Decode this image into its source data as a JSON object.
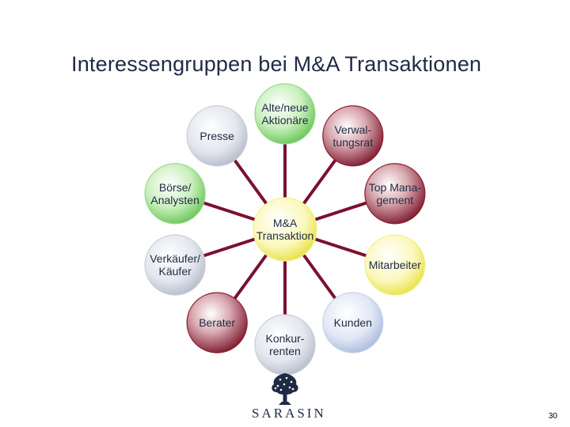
{
  "slide": {
    "title": "Interessengruppen bei M&A Transaktionen",
    "page_number": "30",
    "logo_text": "SARASIN"
  },
  "diagram": {
    "center": {
      "label": "M&A Transaktion",
      "color": "yellow"
    },
    "nodes": [
      {
        "id": "presse",
        "label": "Presse",
        "color": "gray"
      },
      {
        "id": "alte-neue-aktionaere",
        "label": "Alte/neue\nAktionäre",
        "color": "green"
      },
      {
        "id": "verwaltungsrat",
        "label": "Verwal-\ntungsrat",
        "color": "dark-red"
      },
      {
        "id": "top-management",
        "label": "Top Mana-\ngement",
        "color": "dark-red"
      },
      {
        "id": "mitarbeiter",
        "label": "Mitarbeiter",
        "color": "yellow"
      },
      {
        "id": "kunden",
        "label": "Kunden",
        "color": "blue"
      },
      {
        "id": "konkurrenten",
        "label": "Konkur-\nrenten",
        "color": "gray"
      },
      {
        "id": "berater",
        "label": "Berater",
        "color": "dark-red"
      },
      {
        "id": "verkaeufer-kaeufer",
        "label": "Verkäufer/\nKäufer",
        "color": "gray"
      },
      {
        "id": "boerse-analysten",
        "label": "Börse/\nAnalysten",
        "color": "green"
      }
    ],
    "colors": {
      "connector": "#7a1030",
      "gray": "#c8cdd8",
      "green": "#9ad88a",
      "dark-red": "#8c1b2d",
      "yellow": "#f4f08a",
      "blue": "#c6d3ec"
    }
  }
}
